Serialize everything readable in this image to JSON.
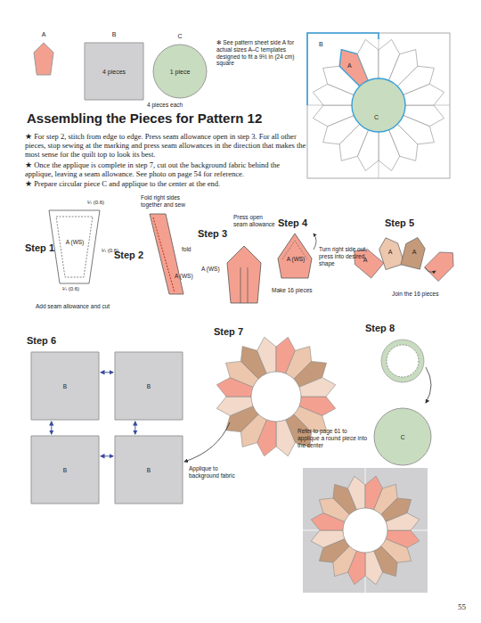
{
  "diagram": {
    "title": "Assembling the Pieces for Pattern 12",
    "nodes": [
      {
        "text": [
          "A"
        ]
      },
      {
        "text": [
          "B",
          "4 pieces"
        ]
      },
      {
        "text": [
          "C",
          "1 piece"
        ]
      },
      {
        "text": [
          "B"
        ]
      },
      {
        "text": [
          "B"
        ]
      },
      {
        "text": [
          "B"
        ]
      },
      {
        "text": [
          "B"
        ]
      },
      {
        "text": [
          "C"
        ]
      }
    ],
    "edges": [
      {
        "from": 3,
        "to": 4,
        "arrow": "both"
      },
      {
        "from": 5,
        "to": 6,
        "arrow": "both"
      },
      {
        "from": 3,
        "to": 5,
        "arrow": "both"
      },
      {
        "from": 4,
        "to": 6,
        "arrow": "both"
      }
    ],
    "labels": [
      "4 pieces each",
      "✻ See pattern sheet side A for actual sizes A–C templates designed to fit a 9½ in (24 cm) square",
      "B",
      "A",
      "C",
      "★ For step 2, stitch from edge to edge. Press seam allowance open in step 3. For all other pieces, stop sewing at the marking and press seam allowances in the direction that makes the most sense for the quilt top to look its best.",
      "★ Once the applique is complete in step 7, cut out the background fabric behind the applique, leaving a seam allowance. See photo on page 54 for reference.",
      "★ Prepare circular piece C and applique to the center at the end.",
      "Step 1",
      "¼ (0.6)",
      "A (WS)",
      "¼ (0.6)",
      "¼ (0.6)",
      "Add seam allowance and cut",
      "Step 2",
      "Fold right sides together and sew",
      "fold",
      "A (WS)",
      "Step 3",
      "Press open seam allowance",
      "A (WS)",
      "Step 4",
      "A (WS)",
      "Turn right side out, press into desired shape",
      "Make 16 pieces",
      "Step 5",
      "A",
      "A",
      "A",
      "Join the 16 pieces",
      "Step 6",
      "Step 7",
      "Applique to background fabric",
      "Step 8",
      "Refer to page 61 to applique a round piece into the center",
      "55"
    ]
  }
}
